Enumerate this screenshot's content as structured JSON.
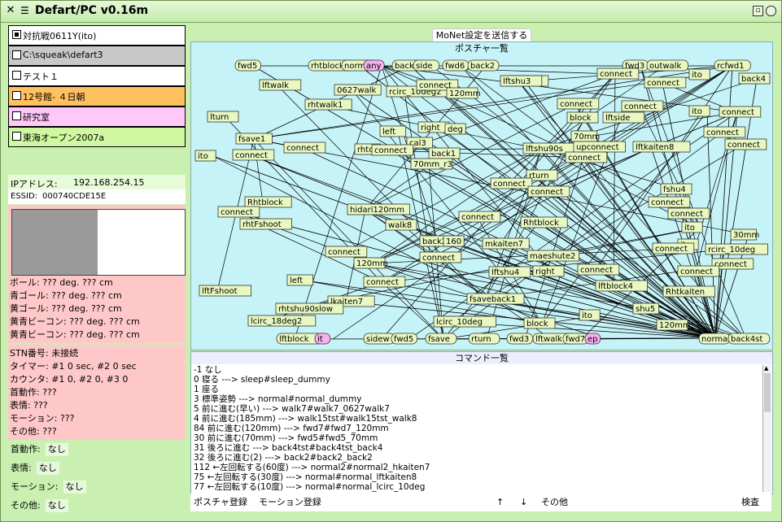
{
  "window": {
    "title": "Defart/PC v0.16m"
  },
  "profiles": [
    {
      "label": "対抗戦0611Y(ito)",
      "color": "#ffffff",
      "checked": true
    },
    {
      "label": "C:\\squeak\\defart3",
      "color": "#c8c8c8",
      "checked": false
    },
    {
      "label": "テスト１",
      "color": "#ffffff",
      "checked": false
    },
    {
      "label": "12号館- ４日朝",
      "color": "#ffc060",
      "checked": false
    },
    {
      "label": "研究室",
      "color": "#ffc8f8",
      "checked": false
    },
    {
      "label": "東海オープン2007a",
      "color": "#d0f8a0",
      "checked": false
    }
  ],
  "network": {
    "ip_label": "IPアドレス:",
    "ip": "192.168.254.15",
    "essid_label": "ESSID:",
    "essid": "000740CDE15E"
  },
  "vision": [
    "ボール: ??? deg. ??? cm",
    "青ゴール: ??? deg. ??? cm",
    "黄ゴール: ??? deg. ??? cm",
    "黄青ビーコン: ??? deg. ??? cm",
    "黄青ビーコン: ??? deg. ??? cm"
  ],
  "status": [
    "STN番号: 未接続",
    "タイマー: #1 0 sec, #2 0 sec",
    "カウンタ: #1 0, #2 0, #3 0",
    "首動作: ???",
    "表情: ???",
    "モーション: ???",
    "その他: ???"
  ],
  "fields": [
    {
      "label": "首動作:",
      "value": "なし"
    },
    {
      "label": "表情:",
      "value": "なし"
    },
    {
      "label": "モーション:",
      "value": "なし"
    },
    {
      "label": "その他:",
      "value": "なし"
    }
  ],
  "monet_button": "MoNet設定を送信する",
  "pose_title": "ポスチャ一覧",
  "pose_nodes": [
    {
      "id": "fwd5",
      "text": "fwd5",
      "shape": "oval"
    },
    {
      "id": "rhtblock",
      "text": "rhtblock",
      "shape": "oval"
    },
    {
      "id": "normal",
      "text": "normal",
      "shape": "oval"
    },
    {
      "id": "any",
      "text": "any",
      "shape": "oval",
      "pink": true
    },
    {
      "id": "back1",
      "text": "back1",
      "shape": "oval"
    },
    {
      "id": "side",
      "text": "side",
      "shape": "oval"
    },
    {
      "id": "fwd6",
      "text": "fwd6",
      "shape": "oval"
    },
    {
      "id": "back2",
      "text": "back2",
      "shape": "oval"
    },
    {
      "id": "fwd3",
      "text": "fwd3",
      "shape": "oval"
    },
    {
      "id": "outwalk",
      "text": "outwalk",
      "shape": "oval"
    },
    {
      "id": "rcfwd1",
      "text": "rcfwd1",
      "shape": "oval"
    },
    {
      "id": "lftwalk",
      "text": "lftwalk",
      "shape": "rect"
    },
    {
      "id": "0627walk",
      "text": "0627walk",
      "shape": "rect"
    },
    {
      "id": "rcirc_10deg2",
      "text": "rcirc_10deg2",
      "shape": "rect"
    },
    {
      "id": "connect1",
      "text": "connect",
      "shape": "rect"
    },
    {
      "id": "120mm",
      "text": "120mm",
      "shape": "rect"
    },
    {
      "id": "lftshu3",
      "text": "lftshu3",
      "shape": "rect"
    },
    {
      "id": "connect2",
      "text": "connect",
      "shape": "rect"
    },
    {
      "id": "connect3",
      "text": "connect",
      "shape": "rect"
    },
    {
      "id": "ito1",
      "text": "ito",
      "shape": "rect"
    },
    {
      "id": "back4",
      "text": "back4",
      "shape": "rect"
    },
    {
      "id": "rhtwalk1",
      "text": "rhtwalk1",
      "shape": "rect"
    },
    {
      "id": "connect4",
      "text": "connect",
      "shape": "rect"
    },
    {
      "id": "connect5",
      "text": "connect",
      "shape": "rect"
    },
    {
      "id": "connect6",
      "text": "connect",
      "shape": "rect"
    },
    {
      "id": "lturn",
      "text": "lturn",
      "shape": "rect"
    },
    {
      "id": "block1",
      "text": "block",
      "shape": "rect"
    },
    {
      "id": "lftside",
      "text": "lftside",
      "shape": "rect"
    },
    {
      "id": "left1",
      "text": "left",
      "shape": "rect"
    },
    {
      "id": "right1",
      "text": "right",
      "shape": "rect"
    },
    {
      "id": "deg",
      "text": "deg",
      "shape": "rect"
    },
    {
      "id": "fsave1",
      "text": "fsave1",
      "shape": "rect"
    },
    {
      "id": "cal3",
      "text": "cal3",
      "shape": "rect"
    },
    {
      "id": "70mm",
      "text": "70mm",
      "shape": "rect"
    },
    {
      "id": "connect7",
      "text": "connect",
      "shape": "rect"
    },
    {
      "id": "rhtc",
      "text": "rhtc",
      "shape": "rect"
    },
    {
      "id": "connect8",
      "text": "connect",
      "shape": "rect"
    },
    {
      "id": "back1b",
      "text": "back1",
      "shape": "rect"
    },
    {
      "id": "lftshu90s",
      "text": "lftshu90s",
      "shape": "rect"
    },
    {
      "id": "upconnect",
      "text": "upconnect",
      "shape": "rect"
    },
    {
      "id": "lftkaiten8",
      "text": "lftkaiten8",
      "shape": "rect"
    },
    {
      "id": "connect9",
      "text": "connect",
      "shape": "rect"
    },
    {
      "id": "ito2",
      "text": "ito",
      "shape": "rect"
    },
    {
      "id": "70mm_r3",
      "text": "70mm_r3",
      "shape": "rect"
    },
    {
      "id": "connect10",
      "text": "connect",
      "shape": "rect"
    },
    {
      "id": "connect11",
      "text": "connect",
      "shape": "rect"
    },
    {
      "id": "rturn",
      "text": "rturn",
      "shape": "rect"
    },
    {
      "id": "connect12",
      "text": "connect",
      "shape": "rect"
    },
    {
      "id": "connect13",
      "text": "connect",
      "shape": "rect"
    },
    {
      "id": "rhtblock2",
      "text": "Rhtblock",
      "shape": "rect"
    },
    {
      "id": "fshu4",
      "text": "fshu4",
      "shape": "rect"
    },
    {
      "id": "connect14",
      "text": "connect",
      "shape": "rect"
    },
    {
      "id": "hidari120mm",
      "text": "hidari120mm",
      "shape": "rect"
    },
    {
      "id": "connect15",
      "text": "connect",
      "shape": "rect"
    },
    {
      "id": "connect16",
      "text": "connect",
      "shape": "rect"
    },
    {
      "id": "rhtfshoot",
      "text": "rhtFshoot",
      "shape": "rect"
    },
    {
      "id": "walk8",
      "text": "walk8",
      "shape": "rect"
    },
    {
      "id": "connect17",
      "text": "connect",
      "shape": "rect"
    },
    {
      "id": "rhtblock3",
      "text": "Rhtblock",
      "shape": "rect"
    },
    {
      "id": "ito3",
      "text": "ito",
      "shape": "rect"
    },
    {
      "id": "back2b",
      "text": "back2",
      "shape": "rect"
    },
    {
      "id": "160",
      "text": "160",
      "shape": "rect"
    },
    {
      "id": "mkaiten7",
      "text": "mkaiten7",
      "shape": "rect"
    },
    {
      "id": "ito4",
      "text": "ito",
      "shape": "rect"
    },
    {
      "id": "30mm",
      "text": "30mm",
      "shape": "rect"
    },
    {
      "id": "connect18",
      "text": "connect",
      "shape": "rect"
    },
    {
      "id": "120mm2",
      "text": "120mm",
      "shape": "rect"
    },
    {
      "id": "connect19",
      "text": "connect",
      "shape": "rect"
    },
    {
      "id": "maeshute2",
      "text": "maeshute2",
      "shape": "rect"
    },
    {
      "id": "connect20",
      "text": "connect",
      "shape": "rect"
    },
    {
      "id": "rcirc_10deg",
      "text": "rcirc_10deg",
      "shape": "rect"
    },
    {
      "id": "connect21",
      "text": "connect",
      "shape": "rect"
    },
    {
      "id": "left2",
      "text": "left",
      "shape": "rect"
    },
    {
      "id": "connect22",
      "text": "connect",
      "shape": "rect"
    },
    {
      "id": "lftshu4",
      "text": "lftshu4",
      "shape": "rect"
    },
    {
      "id": "right2",
      "text": "right",
      "shape": "rect"
    },
    {
      "id": "connect23",
      "text": "connect",
      "shape": "rect"
    },
    {
      "id": "lftblock4",
      "text": "lftblock4",
      "shape": "rect"
    },
    {
      "id": "connect24",
      "text": "connect",
      "shape": "rect"
    },
    {
      "id": "lftfshoot",
      "text": "lftFshoot",
      "shape": "rect"
    },
    {
      "id": "fsaveback1",
      "text": "fsaveback1",
      "shape": "rect"
    },
    {
      "id": "rhtkaiten",
      "text": "Rhtkaiten",
      "shape": "rect"
    },
    {
      "id": "lkaiten7",
      "text": "lkaiten7",
      "shape": "rect"
    },
    {
      "id": "rhtshu90slow",
      "text": "rhtshu90slow",
      "shape": "rect"
    },
    {
      "id": "shu5",
      "text": "shu5",
      "shape": "rect"
    },
    {
      "id": "lcirc_18deg2",
      "text": "lcirc_18deg2",
      "shape": "rect"
    },
    {
      "id": "lcirc_10deg",
      "text": "lcirc_10deg",
      "shape": "rect"
    },
    {
      "id": "block2",
      "text": "block",
      "shape": "rect"
    },
    {
      "id": "ito5",
      "text": "ito",
      "shape": "rect"
    },
    {
      "id": "120mm3",
      "text": "120mm",
      "shape": "rect"
    },
    {
      "id": "lftblock",
      "text": "lftblock",
      "shape": "oval"
    },
    {
      "id": "it",
      "text": "it",
      "shape": "oval",
      "pink": true
    },
    {
      "id": "side2",
      "text": "sidew",
      "shape": "oval"
    },
    {
      "id": "fwd5b",
      "text": "fwd5",
      "shape": "oval"
    },
    {
      "id": "fsave",
      "text": "fsave",
      "shape": "oval"
    },
    {
      "id": "rturn2",
      "text": "rturn",
      "shape": "oval"
    },
    {
      "id": "fwd3b",
      "text": "fwd3",
      "shape": "oval"
    },
    {
      "id": "lftwalk2",
      "text": "lftwalk",
      "shape": "oval"
    },
    {
      "id": "fwd7",
      "text": "fwd7",
      "shape": "oval"
    },
    {
      "id": "ep",
      "text": "ep",
      "shape": "oval",
      "pink": true
    },
    {
      "id": "norma",
      "text": "norma",
      "shape": "oval"
    },
    {
      "id": "back4st",
      "text": "back4st",
      "shape": "oval"
    },
    {
      "id": "itoa",
      "text": "ito",
      "shape": "rect"
    },
    {
      "id": "connect25",
      "text": "connect",
      "shape": "rect"
    },
    {
      "id": "lftshu3b",
      "text": "lftshu3",
      "shape": "rect"
    }
  ],
  "cmd_title": "コマンド一覧",
  "commands": [
    "-1 なし",
    "0 寝る ---> sleep#sleep_dummy",
    "1 座る",
    "3 標準姿勢 ---> normal#normal_dummy",
    "5 前に進む(早い) ---> walk7#walk7_0627walk7",
    "4 前に進む(185mm) ---> walk15tst#walk15tst_walk8",
    "84 前に進む(120mm) ---> fwd7#fwd7_120mm",
    "30 前に進む(70mm) ---> fwd5#fwd5_70mm",
    "31 後ろに進む ---> back4tst#back4tst_back4",
    "32 後ろに進む(2) ---> back2#back2_back2",
    "112 ←左回転する(60度) ---> normal2#normal2_hkaiten7",
    "75 ←左回転する(30度) ---> normal#normal_lftkaiten8",
    "77 ←左回転する(10度) ---> normal#normal_lcirc_10deg"
  ],
  "bottom": {
    "posture_reg": "ポスチャ登録",
    "motion_reg": "モーション登録",
    "up": "↑",
    "down": "↓",
    "other": "その他",
    "search": "検査"
  }
}
